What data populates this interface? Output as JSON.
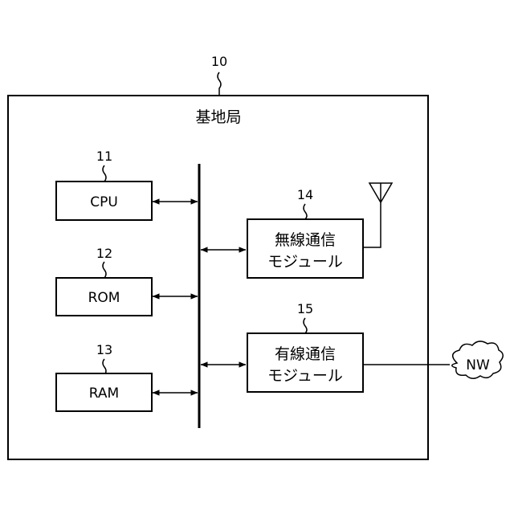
{
  "outer": {
    "ref": "10",
    "title": "基地局"
  },
  "blocks": {
    "cpu": {
      "ref": "11",
      "label": "CPU"
    },
    "rom": {
      "ref": "12",
      "label": "ROM"
    },
    "ram": {
      "ref": "13",
      "label": "RAM"
    },
    "wireless": {
      "ref": "14",
      "line1": "無線通信",
      "line2": "モジュール"
    },
    "wired": {
      "ref": "15",
      "line1": "有線通信",
      "line2": "モジュール"
    }
  },
  "network": {
    "label": "NW"
  }
}
